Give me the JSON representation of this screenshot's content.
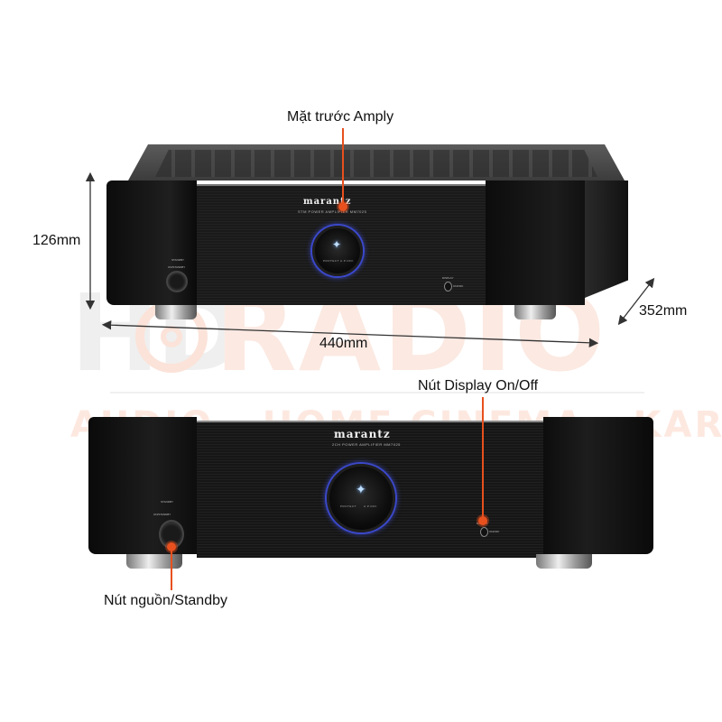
{
  "watermark": {
    "logo_left": "HD",
    "logo_right": "RADIO",
    "tagline": "AUDIO - HOME CINEMA - KARAOKE",
    "colors": {
      "gray": "#efefef",
      "pink": "#fbe9e2"
    }
  },
  "annotations": {
    "front_panel": "Mặt trước Amply",
    "display_button": "Nút Display On/Off",
    "power_button": "Nút nguồn/Standby",
    "leader_color": "#e8501e"
  },
  "dimensions": {
    "height": "126mm",
    "width": "440mm",
    "depth": "352mm"
  },
  "product": {
    "brand": "marantz",
    "top_view_model_text": "STM POWER AMPLIFIER MM7025",
    "front_view_model_text": "2CH POWER AMPLIFIER MM7025",
    "dial_labels": [
      "PROTECT",
      "A.P.OFF"
    ],
    "standby_label": "STANDBY",
    "power_label": "ON/STANDBY",
    "display_label": "DISPLAY",
    "display_switch_label": "ON/OFF",
    "illumination_color": "#3b48c9"
  }
}
